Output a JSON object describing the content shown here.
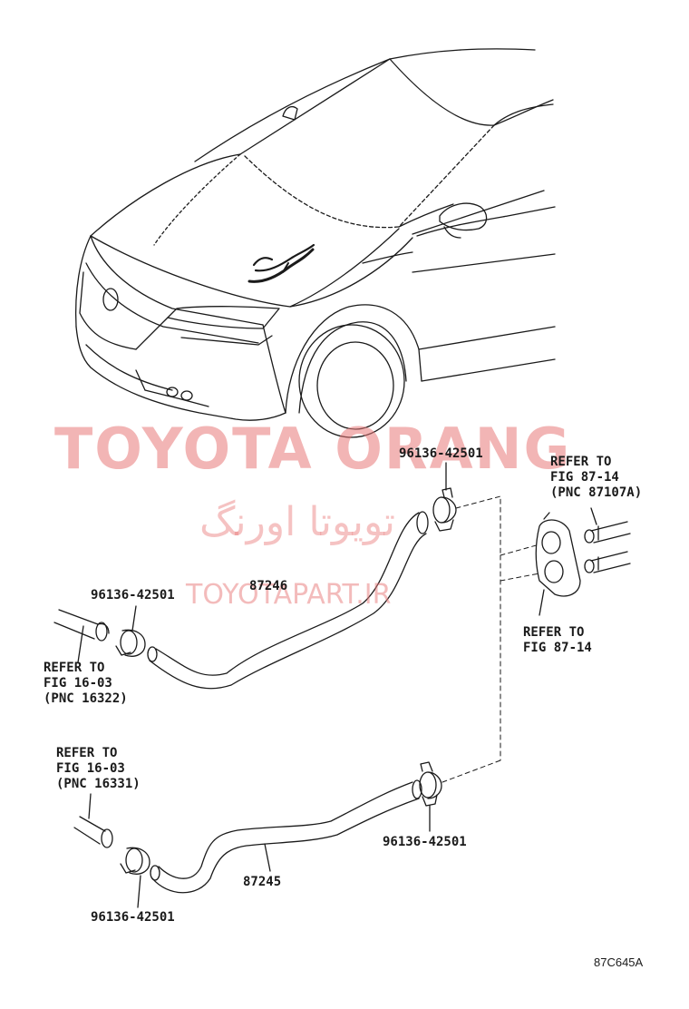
{
  "watermark": {
    "main": "TOYOTA ORANG",
    "persian": "تویوتا اورنگ",
    "url": "TOYOTAPART.IR"
  },
  "labels": {
    "clip_top": "96136-42501",
    "refer_fig8714_top": "REFER TO\nFIG 87-14\n(PNC 87107A)",
    "clip_left_upper": "96136-42501",
    "hose_upper": "87246",
    "refer_fig8714_bottom": "REFER TO\nFIG 87-14",
    "refer_fig1603_upper": "REFER TO\nFIG 16-03\n(PNC 16322)",
    "refer_fig1603_lower": "REFER TO\nFIG 16-03\n(PNC 16331)",
    "clip_right_lower": "96136-42501",
    "hose_lower": "87245",
    "clip_left_lower": "96136-42501"
  },
  "diagram_code": "87C645A",
  "colors": {
    "line": "#1a1a1a",
    "watermark": "#e87878"
  }
}
